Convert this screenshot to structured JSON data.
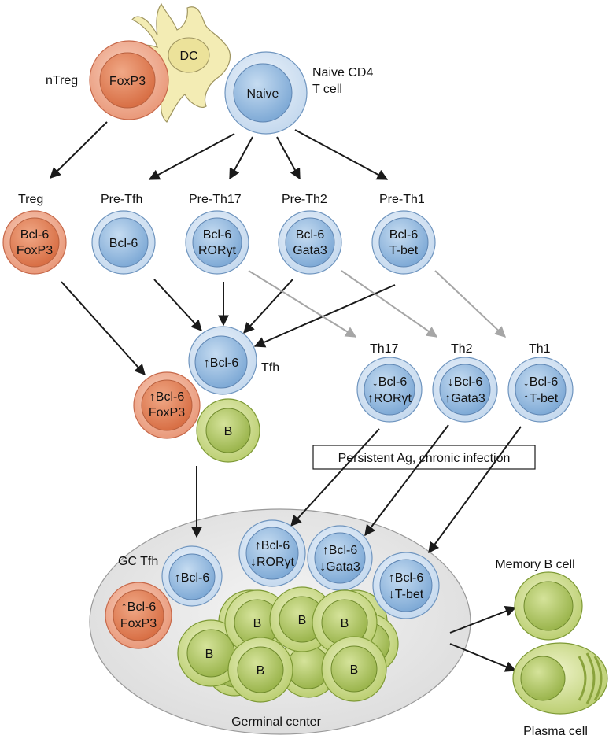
{
  "labels": {
    "ntreg": "nTreg",
    "dc": "DC",
    "naive_cd4_l1": "Naive CD4",
    "naive_cd4_l2": "T cell",
    "treg": "Treg",
    "pre_tfh": "Pre-Tfh",
    "pre_th17": "Pre-Th17",
    "pre_th2": "Pre-Th2",
    "pre_th1": "Pre-Th1",
    "tfh": "Tfh",
    "th17": "Th17",
    "th2": "Th2",
    "th1": "Th1",
    "persistent_box": "Persistent Ag, chronic infection",
    "gc_tfh": "GC Tfh",
    "germinal_center": "Germinal center",
    "memory_b": "Memory B cell",
    "plasma": "Plasma cell"
  },
  "cells": {
    "ntreg_nucleus": "FoxP3",
    "naive_nucleus": "Naive",
    "treg": [
      "Bcl-6",
      "FoxP3"
    ],
    "pre_tfh": [
      "Bcl-6"
    ],
    "pre_th17": [
      "Bcl-6",
      "RORγt"
    ],
    "pre_th2": [
      "Bcl-6",
      "Gata3"
    ],
    "pre_th1": [
      "Bcl-6",
      "T-bet"
    ],
    "tfh": "↑Bcl-6",
    "treg_up": [
      "↑Bcl-6",
      "FoxP3"
    ],
    "b": "B",
    "th17": [
      "↓Bcl-6",
      "↑RORγt"
    ],
    "th2": [
      "↓Bcl-6",
      "↑Gata3"
    ],
    "th1": [
      "↓Bcl-6",
      "↑T-bet"
    ],
    "gc_tfh": "↑Bcl-6",
    "gc_th17": [
      "↑Bcl-6",
      "↓RORγt"
    ],
    "gc_th2": [
      "↑Bcl-6",
      "↓Gata3"
    ],
    "gc_th1": [
      "↑Bcl-6",
      "↓T-bet"
    ],
    "gc_treg": [
      "↑Bcl-6",
      "FoxP3"
    ],
    "gc_b": "B"
  },
  "colors": {
    "blue_outer": "#d7e6f4",
    "blue_inner": "#9ec0e3",
    "red_outer": "#f2b8a0",
    "red_inner": "#e48a63",
    "green_outer": "#d9e4a0",
    "green_inner": "#b5cb6a",
    "dc_fill": "#f3ecb4",
    "gc_fill": "#e7e7e7"
  }
}
